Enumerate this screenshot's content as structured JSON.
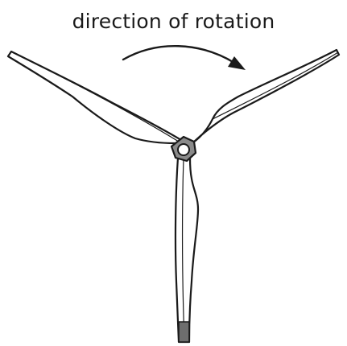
{
  "diagram": {
    "caption": "direction of rotation",
    "colors": {
      "outline": "#1a1a1a",
      "blade_fill": "#ffffff",
      "hub_fill": "#8a8a8a",
      "blade_tip": "#6e6e6e"
    },
    "elements": {
      "rotation_arrow": "curved-arrow-icon",
      "hub": "hub-nut-icon",
      "blades": [
        "left-blade",
        "right-blade",
        "bottom-blade"
      ]
    }
  }
}
